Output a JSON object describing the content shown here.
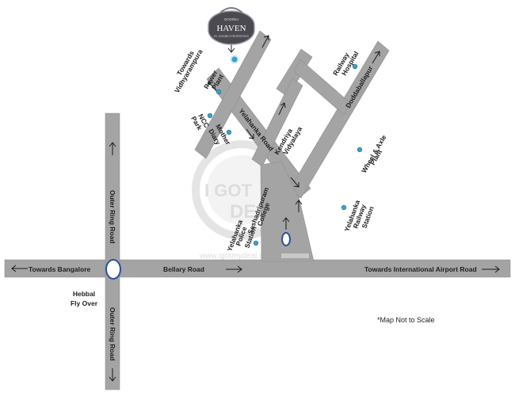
{
  "brand": {
    "logo_tagline": "GODREJ",
    "logo_name": "HAVEN",
    "logo_sub": "BY GODREJ PROPERTIES"
  },
  "roads": {
    "bellary_road": "Bellary Road",
    "outer_ring_road_top": "Outer Ring Road",
    "outer_ring_road_bottom": "Outer Ring Road",
    "yelahanka_road": "Yelahanka Road",
    "doddaballapur": "Doddaballapur",
    "towards_bangalore": "Towards Bangalore",
    "towards_airport": "Towards International Airport Road",
    "towards_vidhyaranpura_1": "Towards",
    "towards_vidhyaranpura_2": "Vidhyarampura"
  },
  "junction": {
    "hebbal_1": "Hebbal",
    "hebbal_2": "Fly Over"
  },
  "landmarks": {
    "power_plant_1": "Power",
    "power_plant_2": "Plant",
    "railway_hospital_1": "Railway",
    "railway_hospital_2": "Hospital",
    "ncc_park_1": "NCC",
    "ncc_park_2": "Park",
    "mother_diary_1": "Mother",
    "mother_diary_2": "Diary",
    "kendriya_1": "Kendriya",
    "kendriya_2": "Vidyalaya",
    "wheel_axle_1": "Wheel & Axle",
    "wheel_axle_2": "Plant",
    "seshadripuram_1": "Seshadripuram",
    "seshadripuram_2": "College",
    "yelahanka_station_1": "Yelahanka",
    "yelahanka_station_2": "Railway",
    "yelahanka_station_3": "Station",
    "police_1": "Yelahanka",
    "police_2": "Police",
    "police_3": "Station"
  },
  "note": "*Map Not to Scale",
  "watermark": {
    "main_1": "I GOT",
    "main_2": "DEAL",
    "url": "www.igotmydeal.com"
  },
  "colors": {
    "road": "#a4a4a4",
    "marker": "#3aa0c8",
    "logo_bg": "#4a4a50"
  }
}
